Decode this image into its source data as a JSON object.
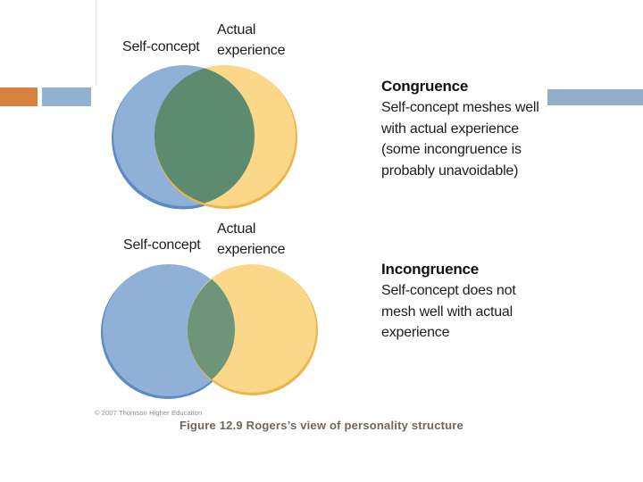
{
  "slide": {
    "background": "#ffffff"
  },
  "decor_bars": {
    "left_orange": {
      "color": "#d8803e"
    },
    "left_blue": {
      "color": "#92b0cf"
    },
    "right_blue": {
      "color": "#93aeca"
    }
  },
  "diagram_colors": {
    "self_fill": "#8fb1d8",
    "self_rim": "#5b8ac4",
    "experience_fill": "#fbd78a",
    "experience_rim": "#eab648",
    "overlap_top": "#5d8b70",
    "overlap_bottom": "#6e9579"
  },
  "congruence_panel": {
    "circle_label_left": "Self-concept",
    "circle_label_right_line1": "Actual",
    "circle_label_right_line2": "experience",
    "heading": "Congruence",
    "lines": [
      "Self-concept meshes well",
      "with actual experience",
      "(some incongruence is",
      "probably unavoidable)"
    ]
  },
  "incongruence_panel": {
    "circle_label_left": "Self-concept",
    "circle_label_right_line1": "Actual",
    "circle_label_right_line2": "experience",
    "heading": "Incongruence",
    "lines": [
      "Self-concept does not",
      "mesh well with actual",
      "experience"
    ]
  },
  "footer": {
    "copyright": "© 2007 Thomson Higher Education",
    "caption": "Figure 12.9  Rogers’s view of personality structure"
  }
}
